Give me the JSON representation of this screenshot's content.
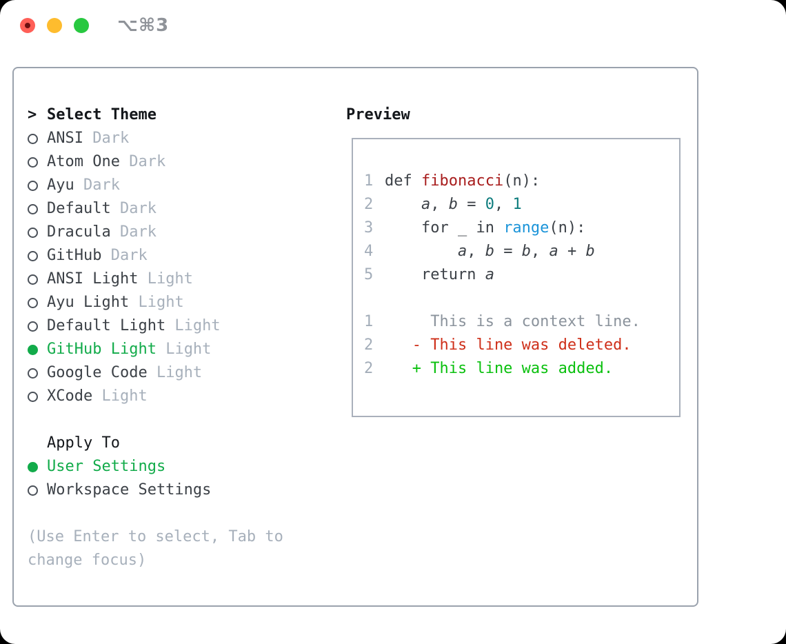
{
  "window": {
    "title": "⌥⌘3",
    "traffic_lights": {
      "close_color": "#ff5f57",
      "minimize_color": "#febc2e",
      "zoom_color": "#28c840"
    }
  },
  "theme_picker": {
    "header_prefix": ">",
    "header": "Select Theme",
    "items": [
      {
        "name": "ANSI",
        "variant": "Dark",
        "selected": false
      },
      {
        "name": "Atom One",
        "variant": "Dark",
        "selected": false
      },
      {
        "name": "Ayu",
        "variant": "Dark",
        "selected": false
      },
      {
        "name": "Default",
        "variant": "Dark",
        "selected": false
      },
      {
        "name": "Dracula",
        "variant": "Dark",
        "selected": false
      },
      {
        "name": "GitHub",
        "variant": "Dark",
        "selected": false
      },
      {
        "name": "ANSI Light",
        "variant": "Light",
        "selected": false
      },
      {
        "name": "Ayu Light",
        "variant": "Light",
        "selected": false
      },
      {
        "name": "Default Light",
        "variant": "Light",
        "selected": false
      },
      {
        "name": "GitHub Light",
        "variant": "Light",
        "selected": true
      },
      {
        "name": "Google Code",
        "variant": "Light",
        "selected": false
      },
      {
        "name": "XCode",
        "variant": "Light",
        "selected": false
      }
    ]
  },
  "apply_to": {
    "header": "Apply To",
    "options": [
      {
        "name": "User Settings",
        "selected": true
      },
      {
        "name": "Workspace Settings",
        "selected": false
      }
    ]
  },
  "hint": "(Use Enter to select, Tab to change focus)",
  "preview": {
    "header": "Preview",
    "lines": [
      {
        "num": "1",
        "segments": [
          {
            "t": "def ",
            "s": "plain"
          },
          {
            "t": "fibonacci",
            "s": "func"
          },
          {
            "t": "(n):",
            "s": "plain"
          }
        ]
      },
      {
        "num": "2",
        "segments": [
          {
            "t": "    ",
            "s": "plain"
          },
          {
            "t": "a",
            "s": "var"
          },
          {
            "t": ", ",
            "s": "plain"
          },
          {
            "t": "b",
            "s": "var"
          },
          {
            "t": " = ",
            "s": "plain"
          },
          {
            "t": "0",
            "s": "number"
          },
          {
            "t": ", ",
            "s": "plain"
          },
          {
            "t": "1",
            "s": "number"
          }
        ]
      },
      {
        "num": "3",
        "segments": [
          {
            "t": "    for _ in ",
            "s": "plain"
          },
          {
            "t": "range",
            "s": "builtin"
          },
          {
            "t": "(n):",
            "s": "plain"
          }
        ]
      },
      {
        "num": "4",
        "segments": [
          {
            "t": "        ",
            "s": "plain"
          },
          {
            "t": "a",
            "s": "var"
          },
          {
            "t": ", ",
            "s": "plain"
          },
          {
            "t": "b",
            "s": "var"
          },
          {
            "t": " = ",
            "s": "plain"
          },
          {
            "t": "b",
            "s": "var"
          },
          {
            "t": ", ",
            "s": "plain"
          },
          {
            "t": "a",
            "s": "var"
          },
          {
            "t": " + ",
            "s": "plain"
          },
          {
            "t": "b",
            "s": "var"
          }
        ]
      },
      {
        "num": "5",
        "segments": [
          {
            "t": "    return ",
            "s": "plain"
          },
          {
            "t": "a",
            "s": "var"
          }
        ]
      },
      {
        "num": "",
        "segments": []
      },
      {
        "num": "1",
        "segments": [
          {
            "t": "     This is a context line.",
            "s": "context"
          }
        ]
      },
      {
        "num": "2",
        "segments": [
          {
            "t": "   - This line was deleted.",
            "s": "del"
          }
        ]
      },
      {
        "num": "2",
        "segments": [
          {
            "t": "   + This line was added.",
            "s": "add"
          }
        ]
      }
    ]
  },
  "colors": {
    "selection_green": "#12ab4a",
    "added_green": "#0ac00e",
    "deleted_red": "#ce2f19",
    "function_red": "#a81d1d",
    "builtin_blue": "#1b94d9",
    "number_teal": "#0d7c7d",
    "muted_gray": "#a7b0bb",
    "panel_border": "#9aa2ad"
  }
}
